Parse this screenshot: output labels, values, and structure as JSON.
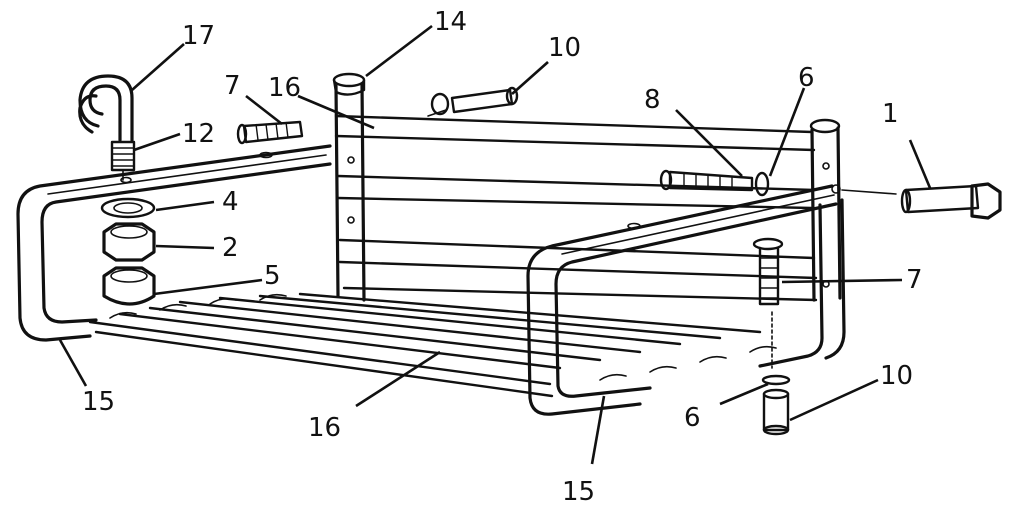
{
  "diagram": {
    "colors": {
      "ink": "#111111",
      "paper": "#ffffff"
    },
    "callouts": [
      {
        "id": "c17",
        "label": "17",
        "part": "hook"
      },
      {
        "id": "c14",
        "label": "14",
        "part": "end-cap"
      },
      {
        "id": "c10a",
        "label": "10",
        "part": "pin"
      },
      {
        "id": "c7a",
        "label": "7",
        "part": "bolt"
      },
      {
        "id": "c16a",
        "label": "16",
        "part": "top-rail"
      },
      {
        "id": "c12",
        "label": "12",
        "part": "threaded-stud"
      },
      {
        "id": "c8",
        "label": "8",
        "part": "long-bolt"
      },
      {
        "id": "c6a",
        "label": "6",
        "part": "washer"
      },
      {
        "id": "c1",
        "label": "1",
        "part": "axle-pin"
      },
      {
        "id": "c4",
        "label": "4",
        "part": "washer"
      },
      {
        "id": "c2",
        "label": "2",
        "part": "nut"
      },
      {
        "id": "c5",
        "label": "5",
        "part": "cap-nut"
      },
      {
        "id": "c7b",
        "label": "7",
        "part": "bolt"
      },
      {
        "id": "c15a",
        "label": "15",
        "part": "side-frame"
      },
      {
        "id": "c16b",
        "label": "16",
        "part": "seat-slats"
      },
      {
        "id": "c6b",
        "label": "6",
        "part": "washer"
      },
      {
        "id": "c10b",
        "label": "10",
        "part": "pin"
      },
      {
        "id": "c15b",
        "label": "15",
        "part": "side-frame"
      }
    ]
  }
}
